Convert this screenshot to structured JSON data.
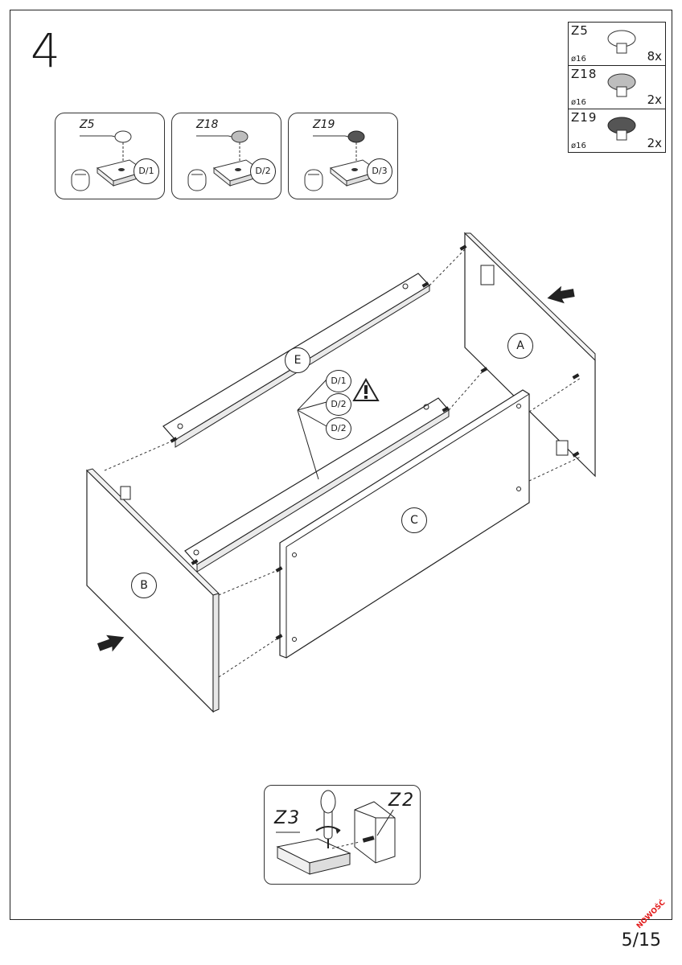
{
  "step": {
    "number": "4"
  },
  "legend": [
    {
      "code": "Z5",
      "diameter": "ø16",
      "qty": "8x",
      "color": "#ffffff"
    },
    {
      "code": "Z18",
      "diameter": "ø16",
      "qty": "2x",
      "color": "#bdbdbd"
    },
    {
      "code": "Z19",
      "diameter": "ø16",
      "qty": "2x",
      "color": "#555555"
    }
  ],
  "details": [
    {
      "code": "Z5",
      "ref": "D/1",
      "color": "#ffffff"
    },
    {
      "code": "Z18",
      "ref": "D/2",
      "color": "#bdbdbd"
    },
    {
      "code": "Z19",
      "ref": "D/3",
      "color": "#555555"
    }
  ],
  "panels": {
    "a": "A",
    "b": "B",
    "c": "C",
    "e": "E"
  },
  "callouts": {
    "d1": "D/1",
    "d2a": "D/2",
    "d2b": "D/2"
  },
  "screw_detail": {
    "screwdriver": "Z3",
    "screw": "Z2"
  },
  "footer": {
    "page": "5/15",
    "badge": "NOWOŚĆ",
    "badge_color": "#e21b1b"
  }
}
